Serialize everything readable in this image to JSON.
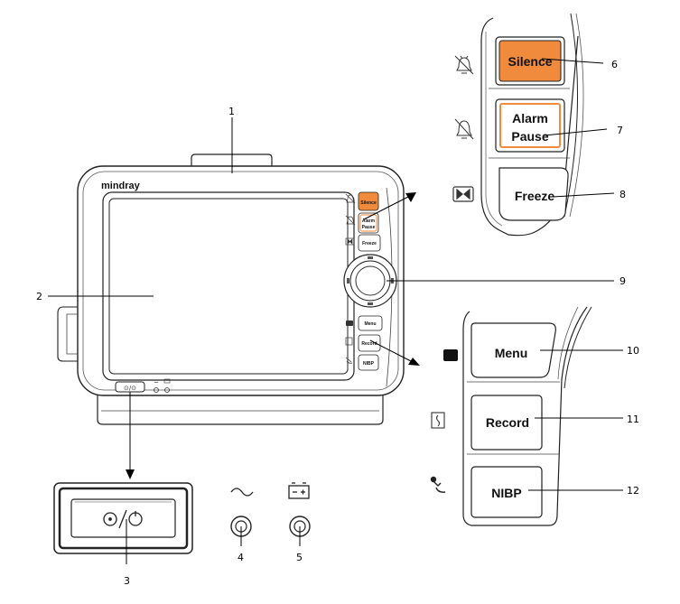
{
  "monitor": {
    "brand": "mindray",
    "small_buttons": [
      "Silence",
      "Alarm",
      "Pause",
      "Freeze",
      "Menu",
      "Record",
      "NIBP"
    ]
  },
  "alarm_panel": {
    "silence_label": "Silence",
    "alarm_pause_line1": "Alarm",
    "alarm_pause_line2": "Pause",
    "freeze_label": "Freeze"
  },
  "function_panel": {
    "menu_label": "Menu",
    "record_label": "Record",
    "nibp_label": "NIBP"
  },
  "callouts": [
    "1",
    "2",
    "3",
    "4",
    "5",
    "6",
    "7",
    "8",
    "9",
    "10",
    "11",
    "12"
  ],
  "colors": {
    "accent_orange": "#F08A3C",
    "outline": "#222222"
  },
  "icons": [
    "silence-bell-icon",
    "alarm-pause-bell-icon",
    "freeze-icon",
    "menu-icon",
    "record-icon",
    "nibp-icon",
    "power-icon",
    "ac-power-icon",
    "battery-icon"
  ]
}
